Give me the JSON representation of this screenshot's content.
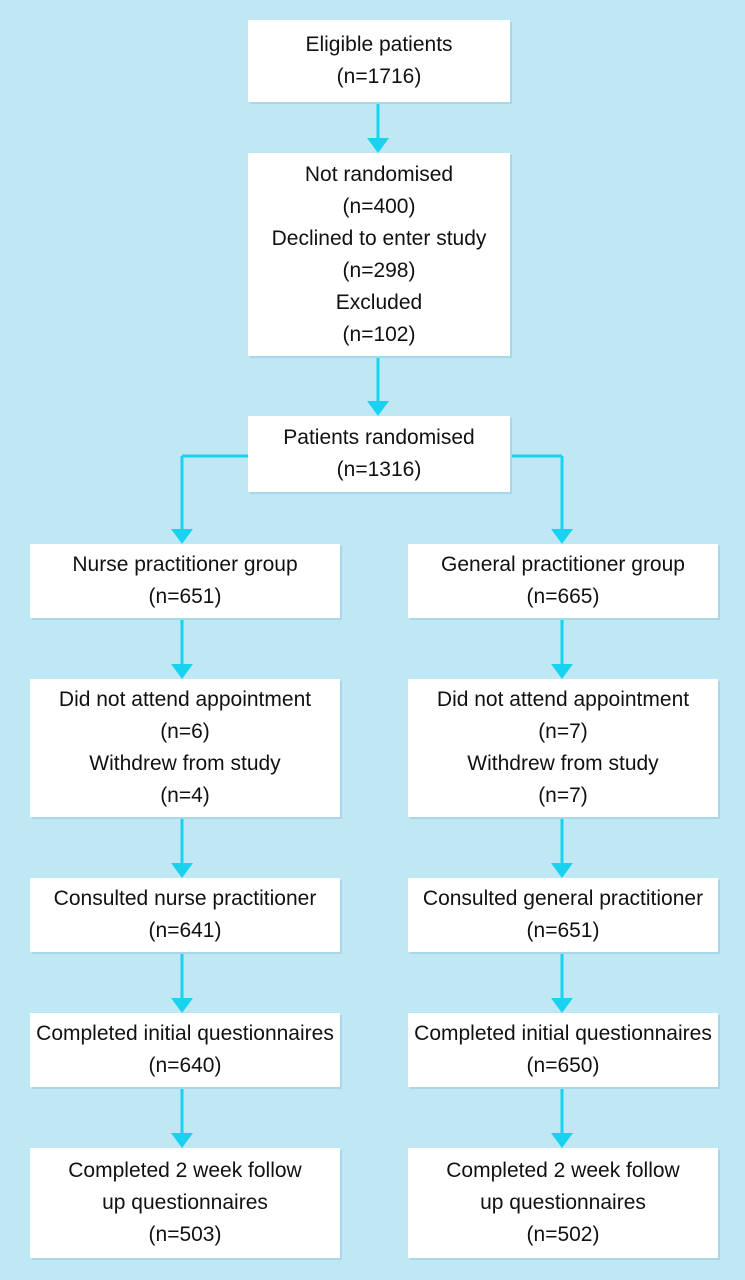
{
  "colors": {
    "background": "#bfe8f4",
    "box_fill": "#ffffff",
    "arrow": "#19d2f0",
    "text": "#111111"
  },
  "diagram": {
    "eligible": {
      "lines": [
        "Eligible patients",
        "(n=1716)"
      ]
    },
    "not_randomised": {
      "lines": [
        "Not randomised",
        "(n=400)",
        "Declined to enter study",
        "(n=298)",
        "Excluded",
        "(n=102)"
      ]
    },
    "randomised": {
      "lines": [
        "Patients randomised",
        "(n=1316)"
      ]
    },
    "nurse": {
      "group": {
        "lines": [
          "Nurse practitioner group",
          "(n=651)"
        ]
      },
      "dropouts": {
        "lines": [
          "Did not attend appointment",
          "(n=6)",
          "Withdrew from study",
          "(n=4)"
        ]
      },
      "consulted": {
        "lines": [
          "Consulted nurse practitioner",
          "(n=641)"
        ]
      },
      "initial": {
        "lines": [
          "Completed initial questionnaires",
          "(n=640)"
        ]
      },
      "followup": {
        "lines": [
          "Completed 2 week follow",
          "up questionnaires",
          "(n=503)"
        ]
      }
    },
    "gp": {
      "group": {
        "lines": [
          "General practitioner group",
          "(n=665)"
        ]
      },
      "dropouts": {
        "lines": [
          "Did not attend appointment",
          "(n=7)",
          "Withdrew from study",
          "(n=7)"
        ]
      },
      "consulted": {
        "lines": [
          "Consulted general practitioner",
          "(n=651)"
        ]
      },
      "initial": {
        "lines": [
          "Completed initial questionnaires",
          "(n=650)"
        ]
      },
      "followup": {
        "lines": [
          "Completed 2 week follow",
          "up questionnaires",
          "(n=502)"
        ]
      }
    }
  }
}
